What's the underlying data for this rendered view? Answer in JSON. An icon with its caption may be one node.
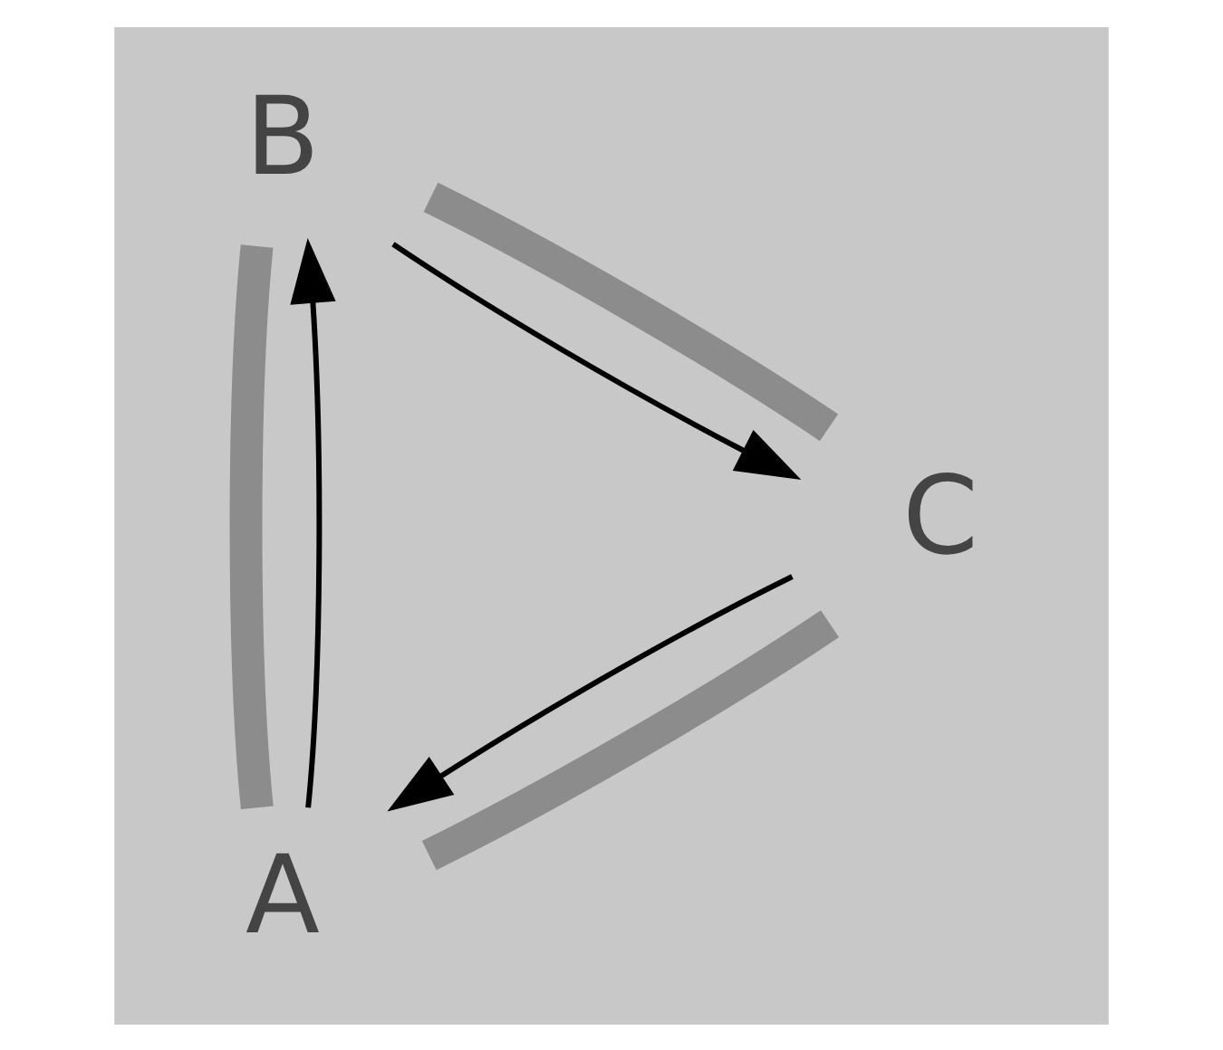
{
  "diagram": {
    "nodes": [
      {
        "text": [
          "A"
        ]
      },
      {
        "text": [
          "B"
        ]
      },
      {
        "text": [
          "C"
        ]
      }
    ],
    "edges": [
      {
        "from": 0,
        "to": 1,
        "arrow": "none",
        "style": "thick",
        "color": "#8c8c8c"
      },
      {
        "from": 1,
        "to": 2,
        "arrow": "none",
        "style": "thick",
        "color": "#8c8c8c"
      },
      {
        "from": 2,
        "to": 0,
        "arrow": "none",
        "style": "thick",
        "color": "#8c8c8c"
      },
      {
        "from": 0,
        "to": 1,
        "arrow": "to",
        "color": "#000000"
      },
      {
        "from": 1,
        "to": 2,
        "arrow": "to",
        "color": "#000000"
      },
      {
        "from": 2,
        "to": 0,
        "arrow": "to",
        "color": "#000000"
      }
    ]
  }
}
